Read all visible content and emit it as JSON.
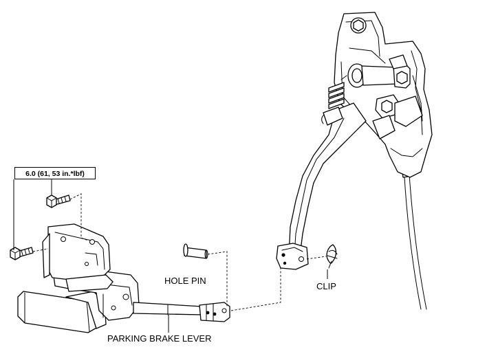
{
  "labels": {
    "torque": "6.0 (61, 53 in.*lbf)",
    "hole_pin": "HOLE PIN",
    "clip": "CLIP",
    "parking_brake_lever": "PARKING BRAKE LEVER"
  },
  "colors": {
    "line": "#000000",
    "background": "#ffffff"
  }
}
